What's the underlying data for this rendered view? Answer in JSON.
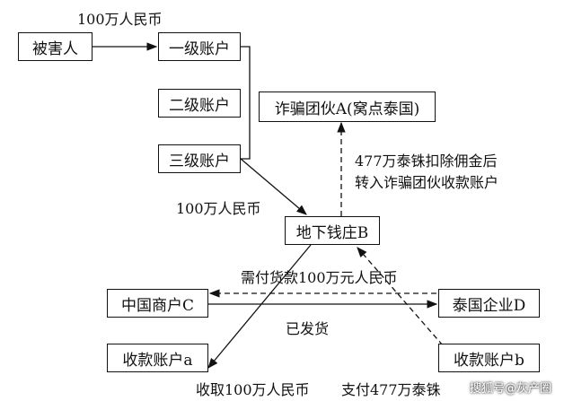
{
  "nodes": {
    "victim": "被害人",
    "level1": "一级账户",
    "level2": "二级账户",
    "level3": "三级账户",
    "gang": "诈骗团伙A(窝点泰国)",
    "bank": "地下钱庄B",
    "cn_merchant": "中国商户C",
    "th_company": "泰国企业D",
    "recv_a": "收款账户a",
    "recv_b": "收款账户b"
  },
  "labels": {
    "victim_transfer": "100万人民币",
    "to_bank": "100万人民币",
    "forward_line1": "477万泰铢扣除佣金后",
    "forward_line2": "转入诈骗团伙收款账户",
    "payable": "需付货款100万元人民币",
    "shipped": "已发货",
    "receive": "收取100万人民币",
    "pay": "支付477万泰铢"
  },
  "watermark": "搜狐号@灰产圈"
}
